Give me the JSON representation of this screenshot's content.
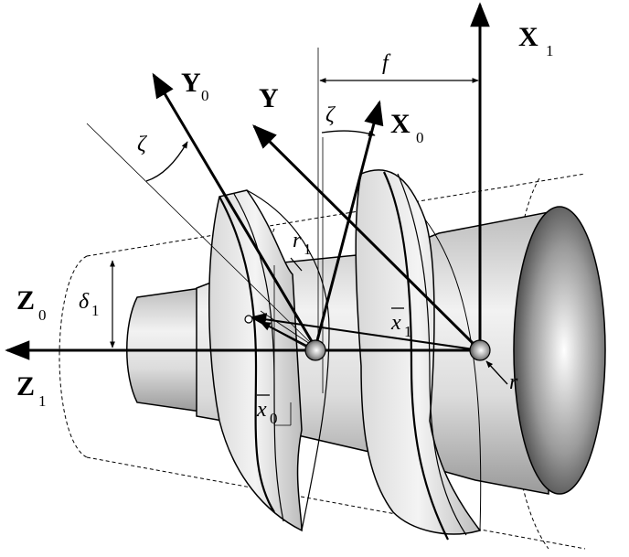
{
  "labels": {
    "x1": "X",
    "x1_sub": "1",
    "y0": "Y",
    "y0_sub": "0",
    "y": "Y",
    "x0": "X",
    "x0_sub": "0",
    "z0": "Z",
    "z0_sub": "0",
    "z1": "Z",
    "z1_sub": "1",
    "f": "f",
    "zeta_left": "ζ",
    "zeta_right": "ζ",
    "delta": "δ",
    "delta_sub": "1",
    "r1": "r",
    "r1_sub": "1",
    "x1bar": "x",
    "x1bar_sub": "1",
    "x0bar": "x",
    "x0bar_sub": "0",
    "r": "r"
  },
  "colors": {
    "body_light": "#ededed",
    "body_mid": "#c9c9c9",
    "body_dark": "#8f8f8f",
    "ink": "#000000"
  }
}
